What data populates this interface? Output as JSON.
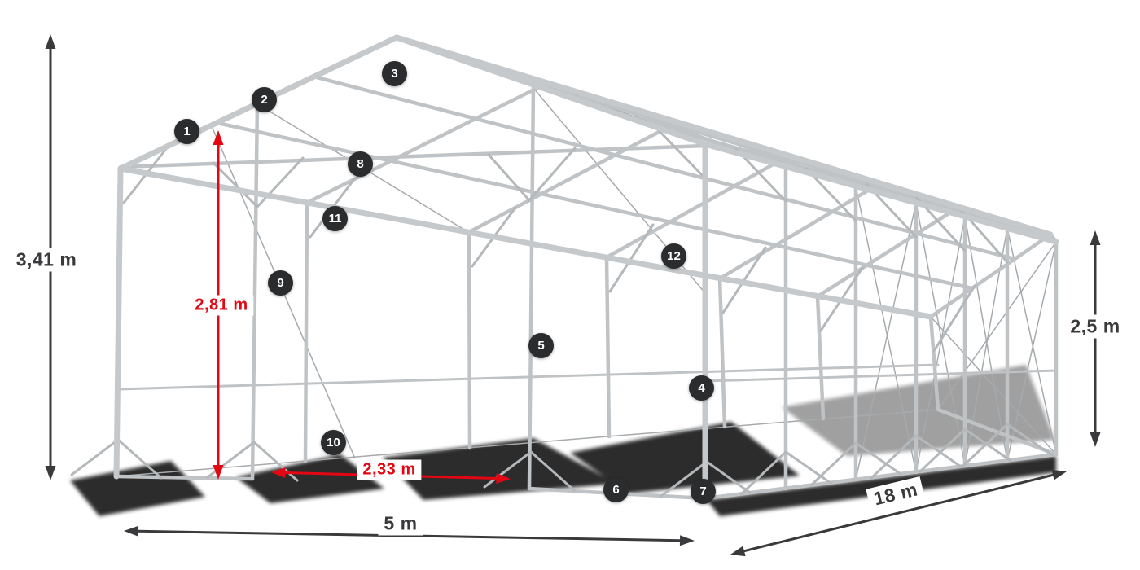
{
  "dimensions": {
    "total_height": "3,41 m",
    "door_height": "2,81 m",
    "door_width": "2,33 m",
    "width": "5 m",
    "length": "18 m",
    "side_height": "2,5 m"
  },
  "markers": [
    {
      "n": "1"
    },
    {
      "n": "2"
    },
    {
      "n": "3"
    },
    {
      "n": "4"
    },
    {
      "n": "5"
    },
    {
      "n": "6"
    },
    {
      "n": "7"
    },
    {
      "n": "8"
    },
    {
      "n": "9"
    },
    {
      "n": "10"
    },
    {
      "n": "11"
    },
    {
      "n": "12"
    }
  ],
  "colors": {
    "accent_red": "#e30613",
    "dimension_text": "#3a3a3c",
    "frame_light": "#c6c9cb",
    "frame_mid": "#b4b8ba",
    "marker_bg": "#2b2c2e",
    "marker_text": "#ffffff",
    "shadow": "#151515"
  }
}
